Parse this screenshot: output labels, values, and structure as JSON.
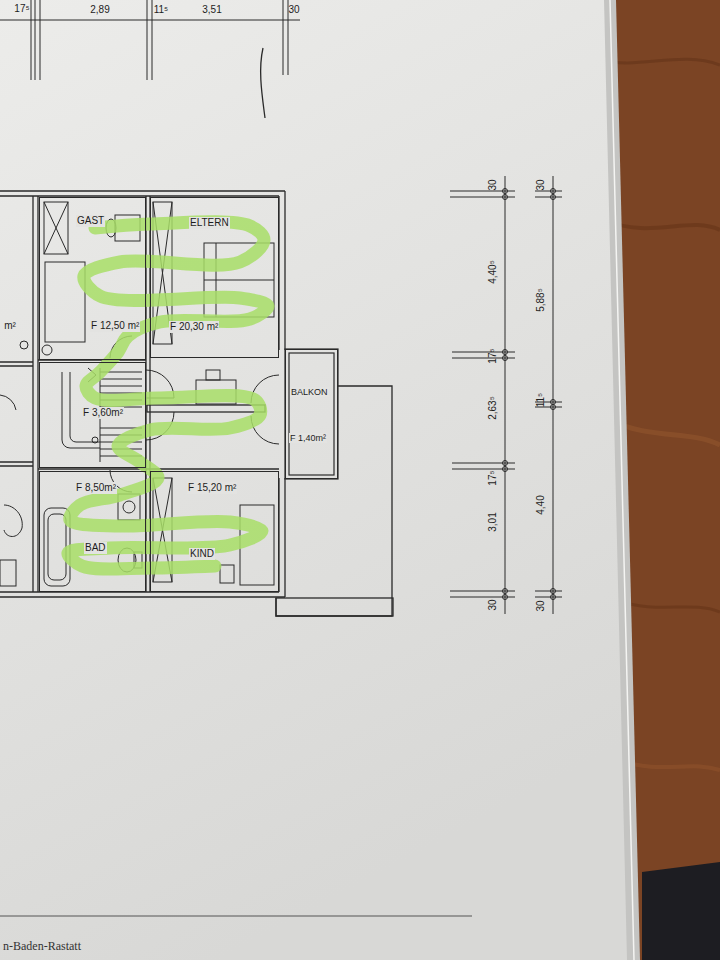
{
  "diagram": {
    "nodes": [
      {
        "text": [
          "GAST",
          "F 12,50 m²"
        ]
      },
      {
        "text": [
          "ELTERN",
          "F 20,30 m²"
        ]
      },
      {
        "text": [
          "F 3,60m²"
        ]
      },
      {
        "text": [
          "BALKON",
          "F 1,40m²"
        ]
      },
      {
        "text": [
          "F 8,50m²",
          "BAD"
        ]
      },
      {
        "text": [
          "F 15,20 m²",
          "KIND"
        ]
      }
    ],
    "labels": [
      "17⁵",
      "2,89",
      "11⁵",
      "3,51",
      "30",
      "m²",
      "30",
      "4,40⁵",
      "17⁵",
      "2,63⁵",
      "17⁵",
      "3,01",
      "30",
      "30",
      "5,88⁵",
      "11⁵",
      "4,40",
      "30",
      "n-Baden-Rastatt"
    ]
  }
}
